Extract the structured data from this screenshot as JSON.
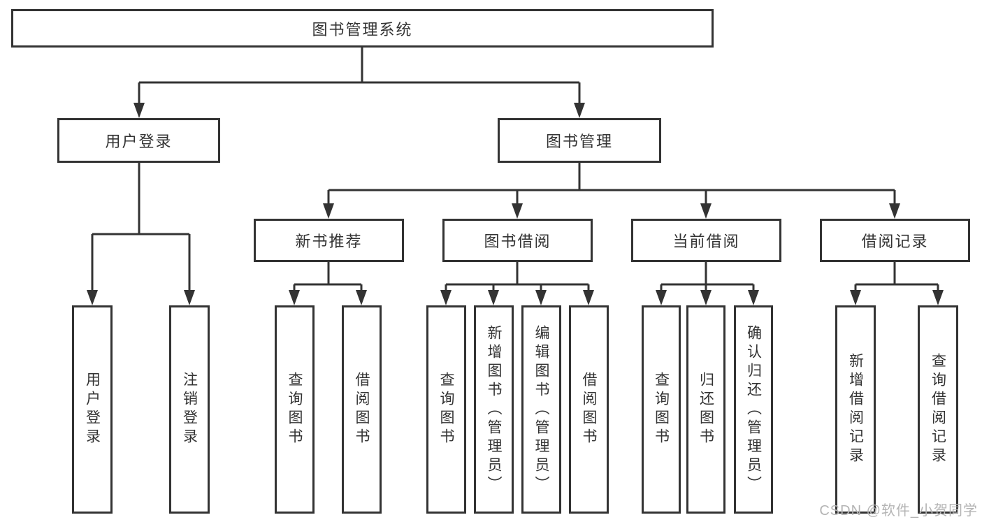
{
  "colors": {
    "line": "#333333",
    "text": "#333333",
    "background": "#ffffff",
    "watermark": "#b4b4b4"
  },
  "watermark": {
    "text": "CSDN @软件_小贺同学"
  },
  "tree": {
    "label": "图书管理系统",
    "children": [
      {
        "label": "用户登录",
        "children": [
          {
            "label": "用户登录"
          },
          {
            "label": "注销登录"
          }
        ]
      },
      {
        "label": "图书管理",
        "children": [
          {
            "label": "新书推荐",
            "children": [
              {
                "label": "查询图书"
              },
              {
                "label": "借阅图书"
              }
            ]
          },
          {
            "label": "图书借阅",
            "children": [
              {
                "label": "查询图书"
              },
              {
                "label": "新增图书（管理员）"
              },
              {
                "label": "编辑图书（管理员）"
              },
              {
                "label": "借阅图书"
              }
            ]
          },
          {
            "label": "当前借阅",
            "children": [
              {
                "label": "查询图书"
              },
              {
                "label": "归还图书"
              },
              {
                "label": "确认归还（管理员）"
              }
            ]
          },
          {
            "label": "借阅记录",
            "children": [
              {
                "label": "新增借阅记录"
              },
              {
                "label": "查询借阅记录"
              }
            ]
          }
        ]
      }
    ]
  }
}
